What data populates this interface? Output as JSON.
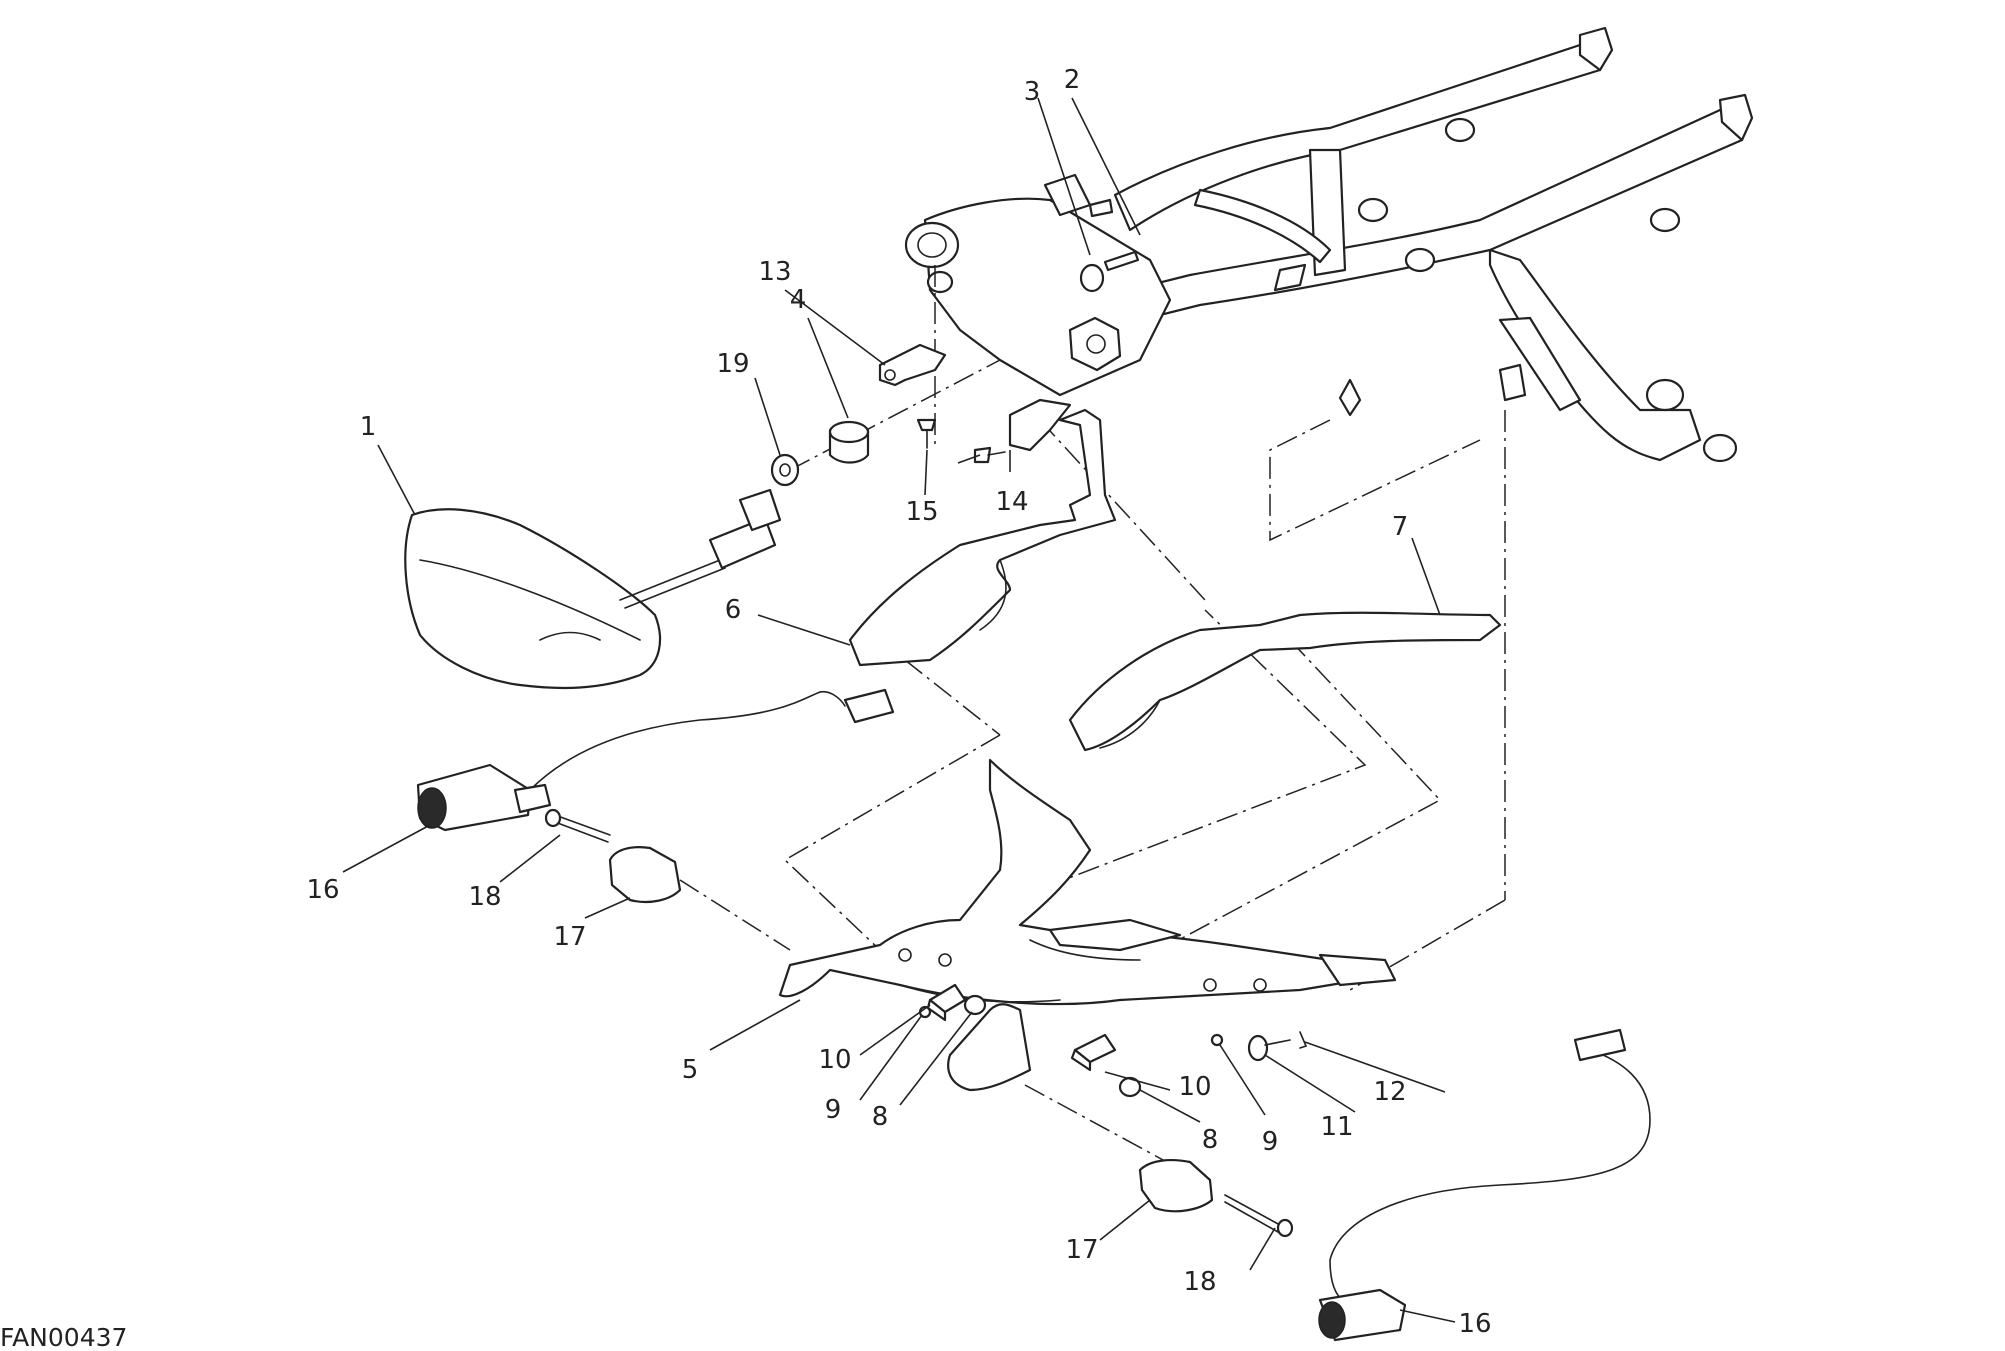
{
  "figure_code": "FAN00437",
  "callouts": [
    {
      "id": "c1",
      "label": "1"
    },
    {
      "id": "c2",
      "label": "2"
    },
    {
      "id": "c3",
      "label": "3"
    },
    {
      "id": "c4",
      "label": "4"
    },
    {
      "id": "c5",
      "label": "5"
    },
    {
      "id": "c6",
      "label": "6"
    },
    {
      "id": "c7",
      "label": "7"
    },
    {
      "id": "c8a",
      "label": "8"
    },
    {
      "id": "c8b",
      "label": "8"
    },
    {
      "id": "c9a",
      "label": "9"
    },
    {
      "id": "c9b",
      "label": "9"
    },
    {
      "id": "c10a",
      "label": "10"
    },
    {
      "id": "c10b",
      "label": "10"
    },
    {
      "id": "c11",
      "label": "11"
    },
    {
      "id": "c12",
      "label": "12"
    },
    {
      "id": "c13",
      "label": "13"
    },
    {
      "id": "c14",
      "label": "14"
    },
    {
      "id": "c15",
      "label": "15"
    },
    {
      "id": "c16a",
      "label": "16"
    },
    {
      "id": "c16b",
      "label": "16"
    },
    {
      "id": "c17a",
      "label": "17"
    },
    {
      "id": "c17b",
      "label": "17"
    },
    {
      "id": "c18a",
      "label": "18"
    },
    {
      "id": "c18b",
      "label": "18"
    },
    {
      "id": "c19",
      "label": "19"
    }
  ]
}
